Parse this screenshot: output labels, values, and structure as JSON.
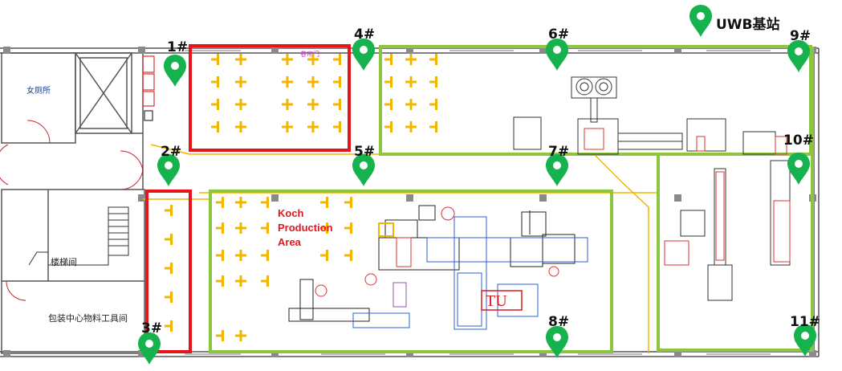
{
  "legend": {
    "label": "UWB基站",
    "pin_color": "#16b24d"
  },
  "colors": {
    "red_zone": "#e8141b",
    "green_zone": "#8cc63f",
    "marker": "#f2b600",
    "wall": "#555555",
    "equipment_blue": "#2a5fd6"
  },
  "rooms": {
    "womens_restroom": "女厕所",
    "stairwell": "楼梯间",
    "tool_room": "包装中心物料工具间",
    "door_tag": "卷帘门"
  },
  "area_label": [
    "Koch",
    "Production",
    "Area"
  ],
  "equipment_tag": "TU",
  "stations": [
    {
      "id": "s1",
      "label": "1#"
    },
    {
      "id": "s2",
      "label": "2#"
    },
    {
      "id": "s3",
      "label": "3#"
    },
    {
      "id": "s4",
      "label": "4#"
    },
    {
      "id": "s5",
      "label": "5#"
    },
    {
      "id": "s6",
      "label": "6#"
    },
    {
      "id": "s7",
      "label": "7#"
    },
    {
      "id": "s8",
      "label": "8#"
    },
    {
      "id": "s9",
      "label": "9#"
    },
    {
      "id": "s10",
      "label": "10#"
    },
    {
      "id": "s11",
      "label": "11#"
    }
  ]
}
